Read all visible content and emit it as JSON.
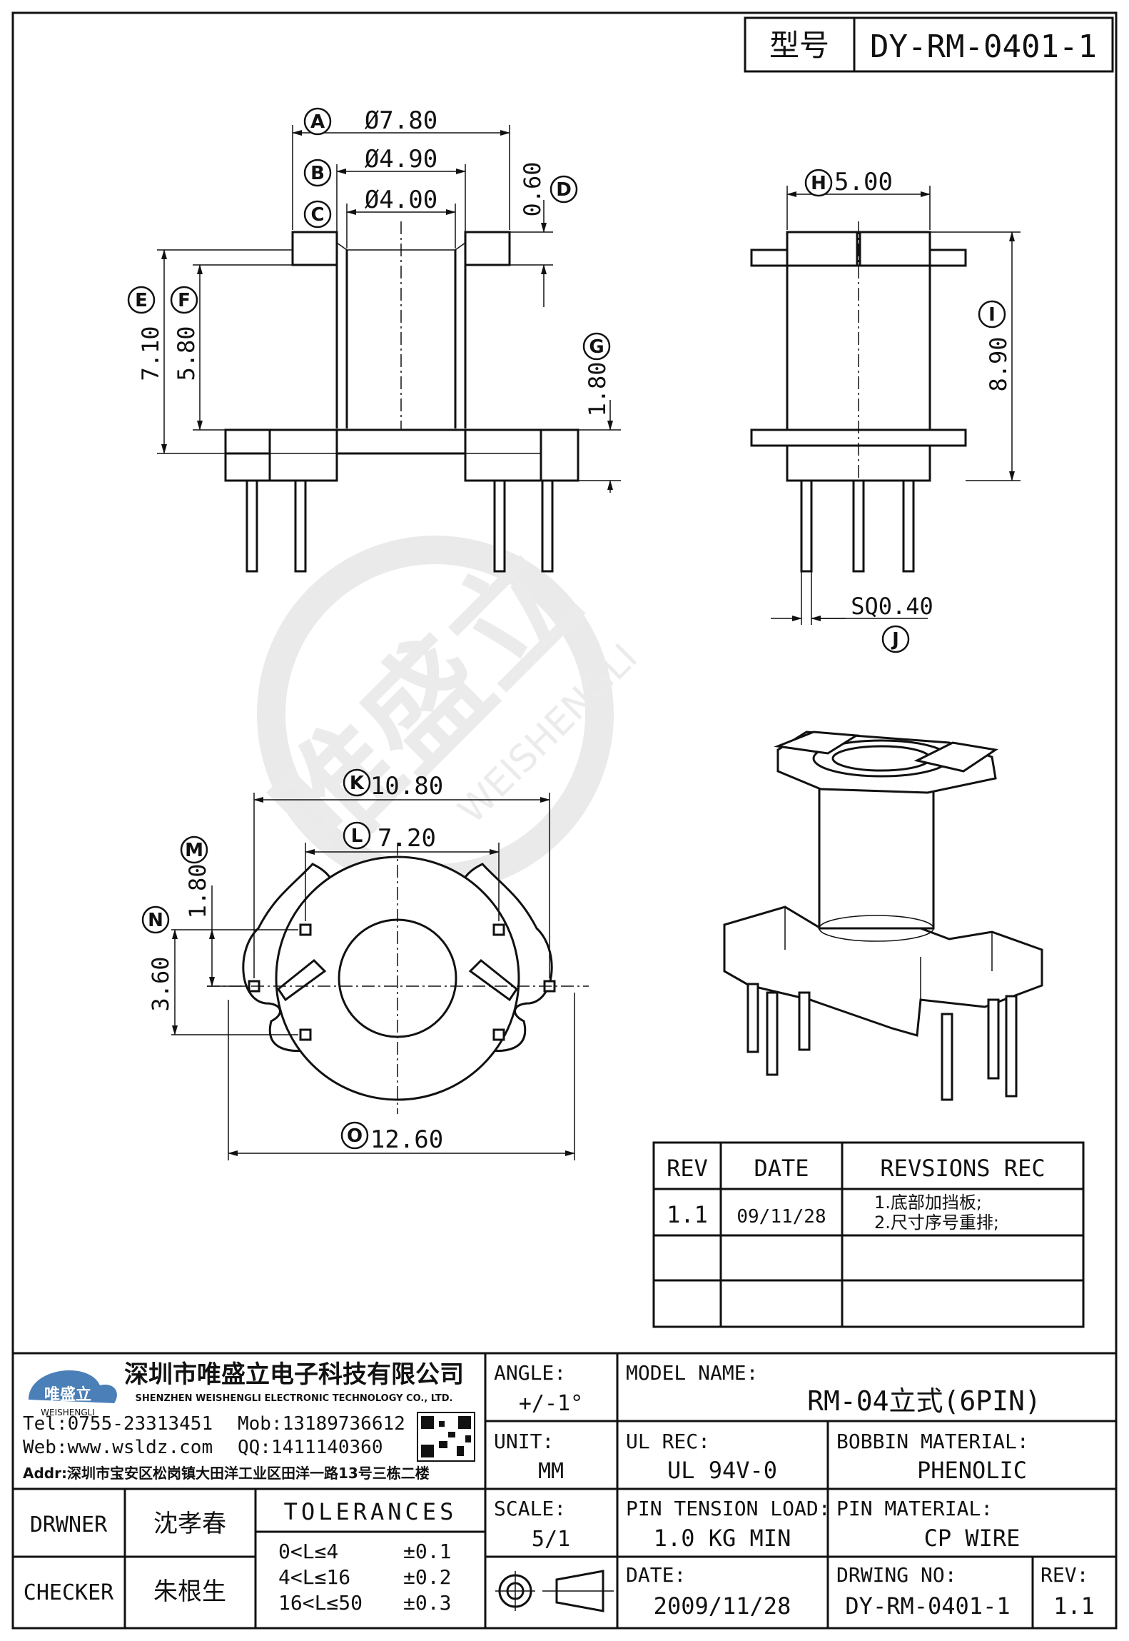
{
  "header": {
    "model_label": "型号",
    "model_value": "DY-RM-0401-1"
  },
  "dimensions": {
    "A": "Ø7.80",
    "B": "Ø4.90",
    "C": "Ø4.00",
    "D": "0.60",
    "E": "7.10",
    "F": "5.80",
    "G": "1.80",
    "H": "5.00",
    "I": "8.90",
    "J": "SQ0.40",
    "K": "10.80",
    "L": "7.20",
    "M": "1.80",
    "N": "3.60",
    "O": "12.60"
  },
  "balloons": [
    "A",
    "B",
    "C",
    "D",
    "E",
    "F",
    "G",
    "H",
    "I",
    "J",
    "K",
    "L",
    "M",
    "N",
    "O"
  ],
  "watermark": {
    "cn": "唯盛立",
    "en": "WEISHENGLI"
  },
  "revision_table": {
    "headers": [
      "REV",
      "DATE",
      "REVSIONS REC"
    ],
    "rows": [
      {
        "rev": "1.1",
        "date": "09/11/28",
        "rec1": "1.底部加挡板;",
        "rec2": "2.尺寸序号重排;"
      },
      {
        "rev": "",
        "date": "",
        "rec1": "",
        "rec2": ""
      },
      {
        "rev": "",
        "date": "",
        "rec1": "",
        "rec2": ""
      }
    ]
  },
  "company": {
    "logo_cn": "唯盛立",
    "logo_en": "WEISHENGLI",
    "name_cn": "深圳市唯盛立电子科技有限公司",
    "name_en": "SHENZHEN WEISHENGLI ELECTRONIC TECHNOLOGY CO., LTD.",
    "tel": "Tel:0755-23313451",
    "mob": "Mob:13189736612",
    "web": "Web:www.wsldz.com",
    "qq": "QQ:1411140360",
    "addr": "Addr:深圳市宝安区松岗镇大田洋工业区田洋一路13号三栋二楼"
  },
  "title_block": {
    "angle_label": "ANGLE:",
    "angle_value": "+/-1°",
    "model_name_label": "MODEL NAME:",
    "model_name_value": "RM-04立式(6PIN)",
    "unit_label": "UNIT:",
    "unit_value": "MM",
    "ul_rec_label": "UL REC:",
    "ul_rec_value": "UL 94V-0",
    "bobbin_label": "BOBBIN MATERIAL:",
    "bobbin_value": "PHENOLIC",
    "drawer_label": "DRWNER",
    "drawer_value": "沈孝春",
    "checker_label": "CHECKER",
    "checker_value": "朱根生",
    "tolerances_label": "TOLERANCES",
    "tolerances": [
      {
        "range": "0<L≤4",
        "value": "±0.1"
      },
      {
        "range": "4<L≤16",
        "value": "±0.2"
      },
      {
        "range": "16<L≤50",
        "value": "±0.3"
      }
    ],
    "scale_label": "SCALE:",
    "scale_value": "5/1",
    "pin_tension_label": "PIN TENSION LOAD:",
    "pin_tension_value": "1.0 KG MIN",
    "pin_material_label": "PIN MATERIAL:",
    "pin_material_value": "CP WIRE",
    "date_label": "DATE:",
    "date_value": "2009/11/28",
    "drawing_no_label": "DRWING NO:",
    "drawing_no_value": "DY-RM-0401-1",
    "rev_label": "REV:",
    "rev_value": "1.1"
  }
}
